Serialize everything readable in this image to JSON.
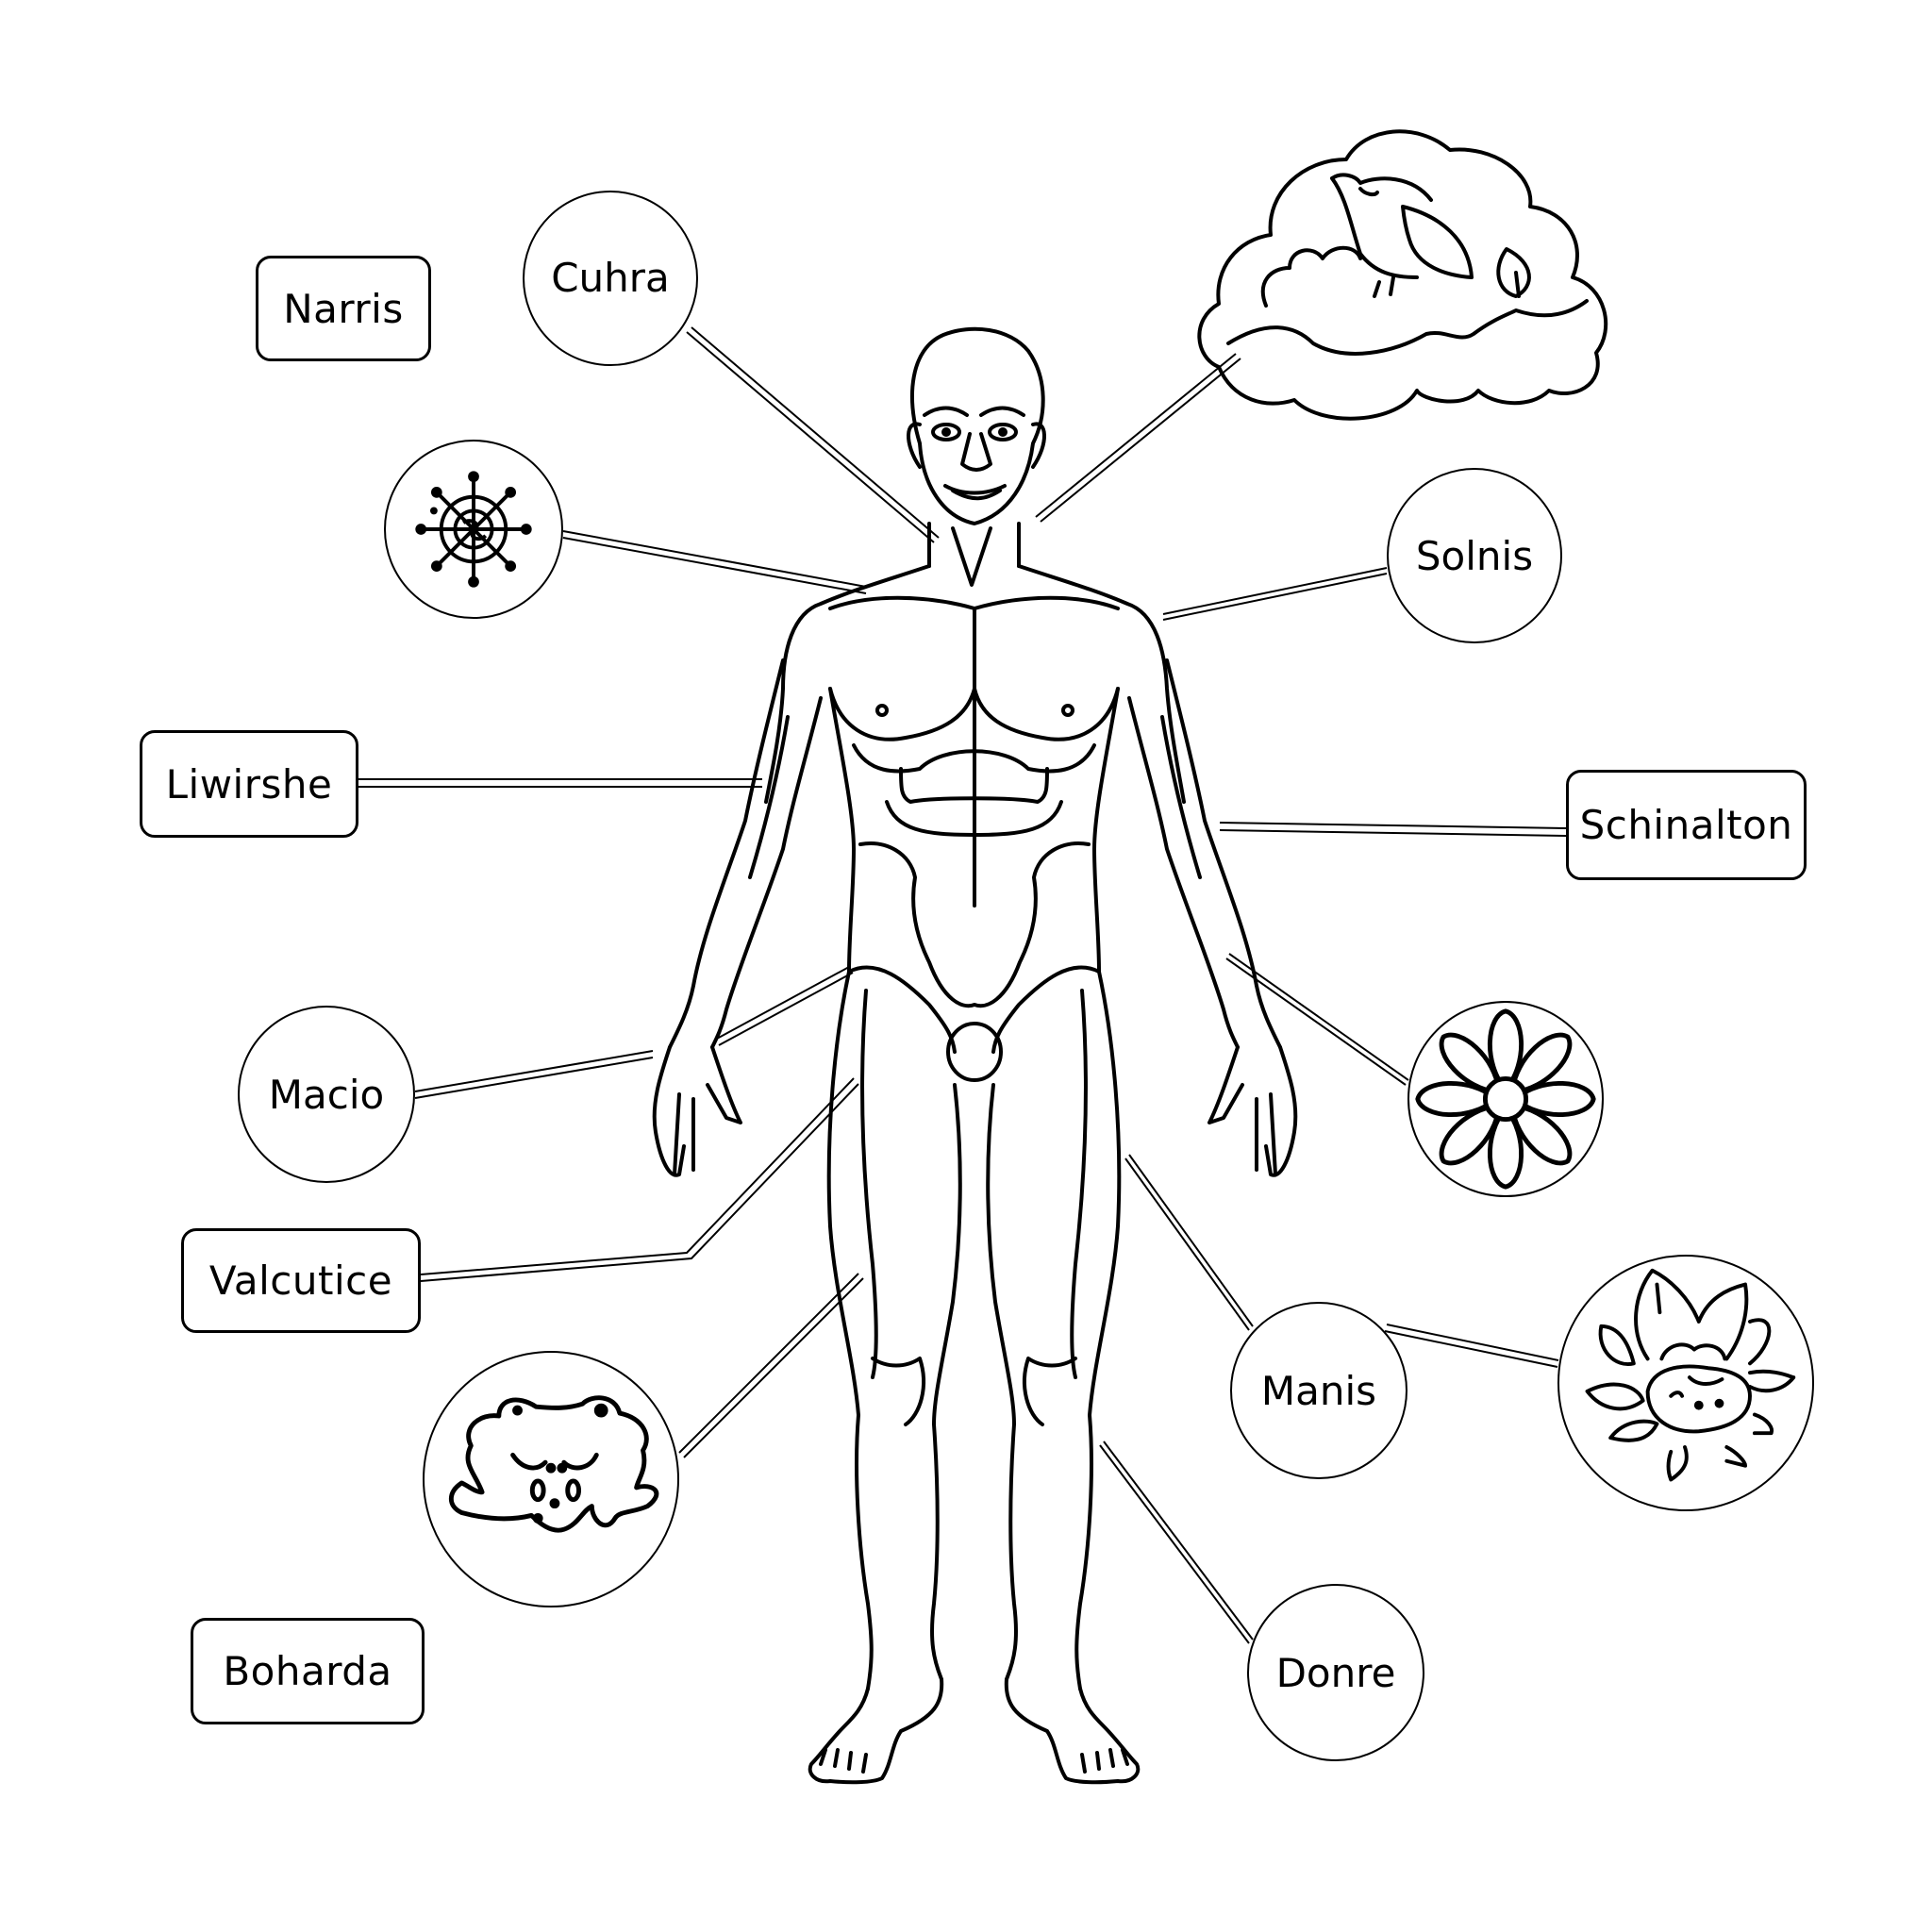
{
  "diagram": {
    "subject": "human body outline with callout labels",
    "labels": {
      "narris": "Narris",
      "cuhra": "Cuhra",
      "solnis": "Solnis",
      "liwirshe": "Liwirshe",
      "schinalton": "Schinalton",
      "macio": "Macio",
      "valcutice": "Valcutice",
      "manis": "Manis",
      "boharda": "Boharda",
      "donre": "Donre"
    },
    "icons": {
      "emblem": "compass-wheel-emblem-icon",
      "cloud": "cloud-with-bird-icon",
      "flower": "flower-icon",
      "frog": "sleeping-frog-blob-icon",
      "lotus": "lotus-creature-icon"
    },
    "colors": {
      "stroke": "#000000",
      "background": "#ffffff"
    }
  }
}
